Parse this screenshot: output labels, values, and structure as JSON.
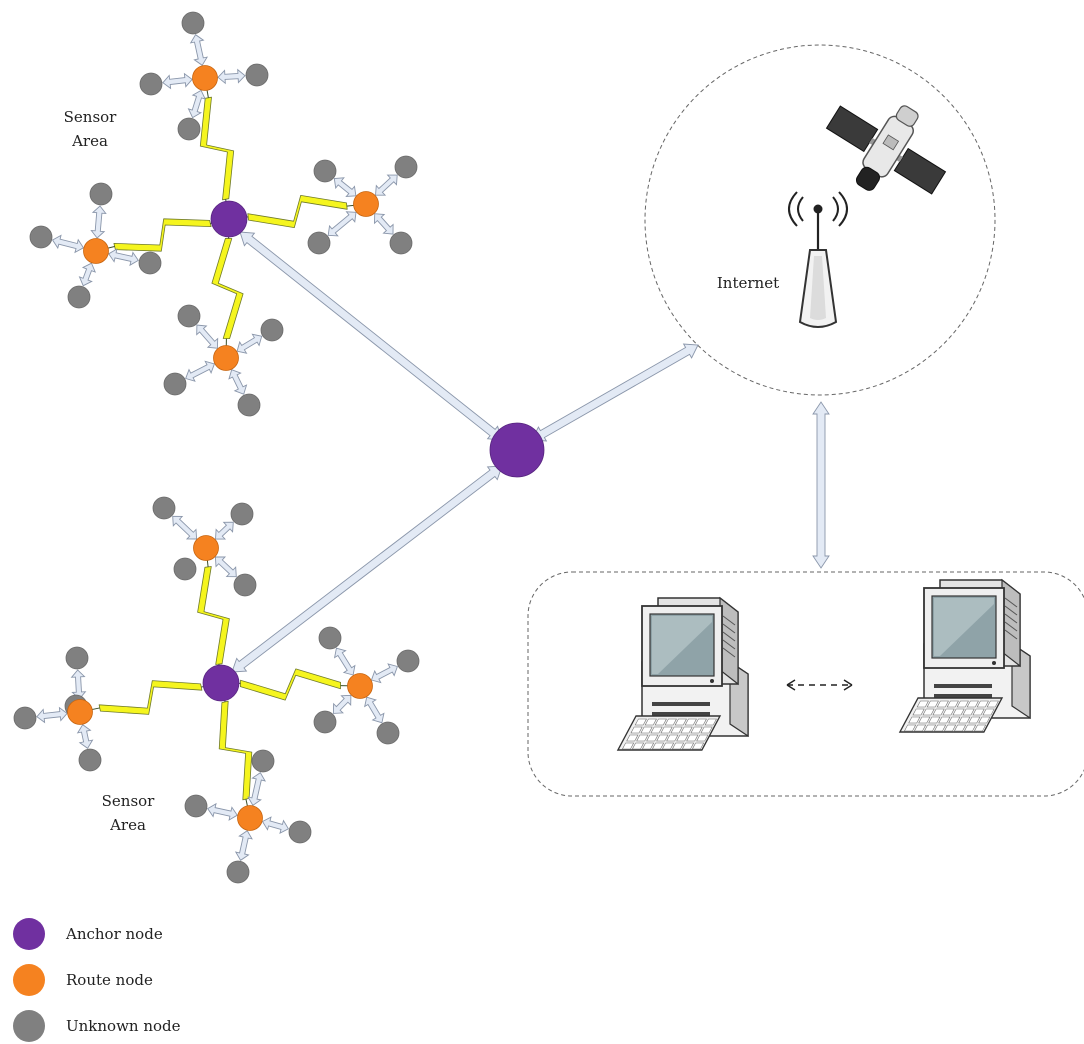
{
  "labels": {
    "sensor_area_top_1": "Sensor",
    "sensor_area_top_2": "Area",
    "sensor_area_bottom_1": "Sensor",
    "sensor_area_bottom_2": "Area",
    "internet": "Internet"
  },
  "legend": [
    {
      "label": "Anchor node",
      "color": "#7030a0"
    },
    {
      "label": "Route node",
      "color": "#f58220"
    },
    {
      "label": "Unknown node",
      "color": "#808080"
    }
  ],
  "colors": {
    "anchor": "#7030a0",
    "route": "#f58220",
    "unknown": "#808080",
    "lightning": "#f5f51e",
    "arrow_fill": "#e3eaf5",
    "arrow_stroke": "#8a96aa"
  }
}
